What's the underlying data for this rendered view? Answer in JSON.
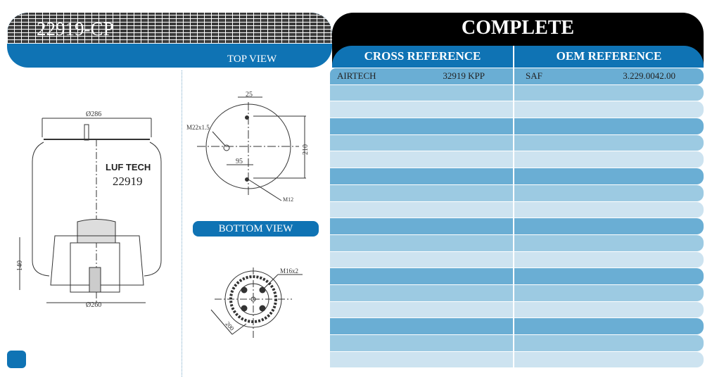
{
  "header": {
    "code": "22919-CP",
    "top_view": "TOP VIEW",
    "bottom_view": "BOTTOM VIEW",
    "status": "COMPLETE"
  },
  "table": {
    "headers": [
      "CROSS REFERENCE",
      "OEM REFERENCE"
    ],
    "rows": [
      {
        "brand": "AIRTECH",
        "ref": "32919 KPP",
        "oem_brand": "SAF",
        "oem_ref": "3.229.0042.00"
      },
      {},
      {},
      {},
      {},
      {},
      {},
      {},
      {},
      {},
      {},
      {},
      {},
      {},
      {},
      {},
      {},
      {}
    ],
    "row_colors": [
      "#6aaed4",
      "#9ccae2",
      "#cde3f0"
    ]
  },
  "drawing": {
    "logo": "LUF TECH",
    "model": "22919",
    "top_dia": "Ø286",
    "height": "140",
    "bottom_dia": "Ø260",
    "top": {
      "offset": "25",
      "port": "M22x1.5",
      "spacing": "210",
      "dist": "95",
      "stud": "M12"
    },
    "bottom": {
      "thread": "M16x2",
      "dim": "200"
    }
  }
}
